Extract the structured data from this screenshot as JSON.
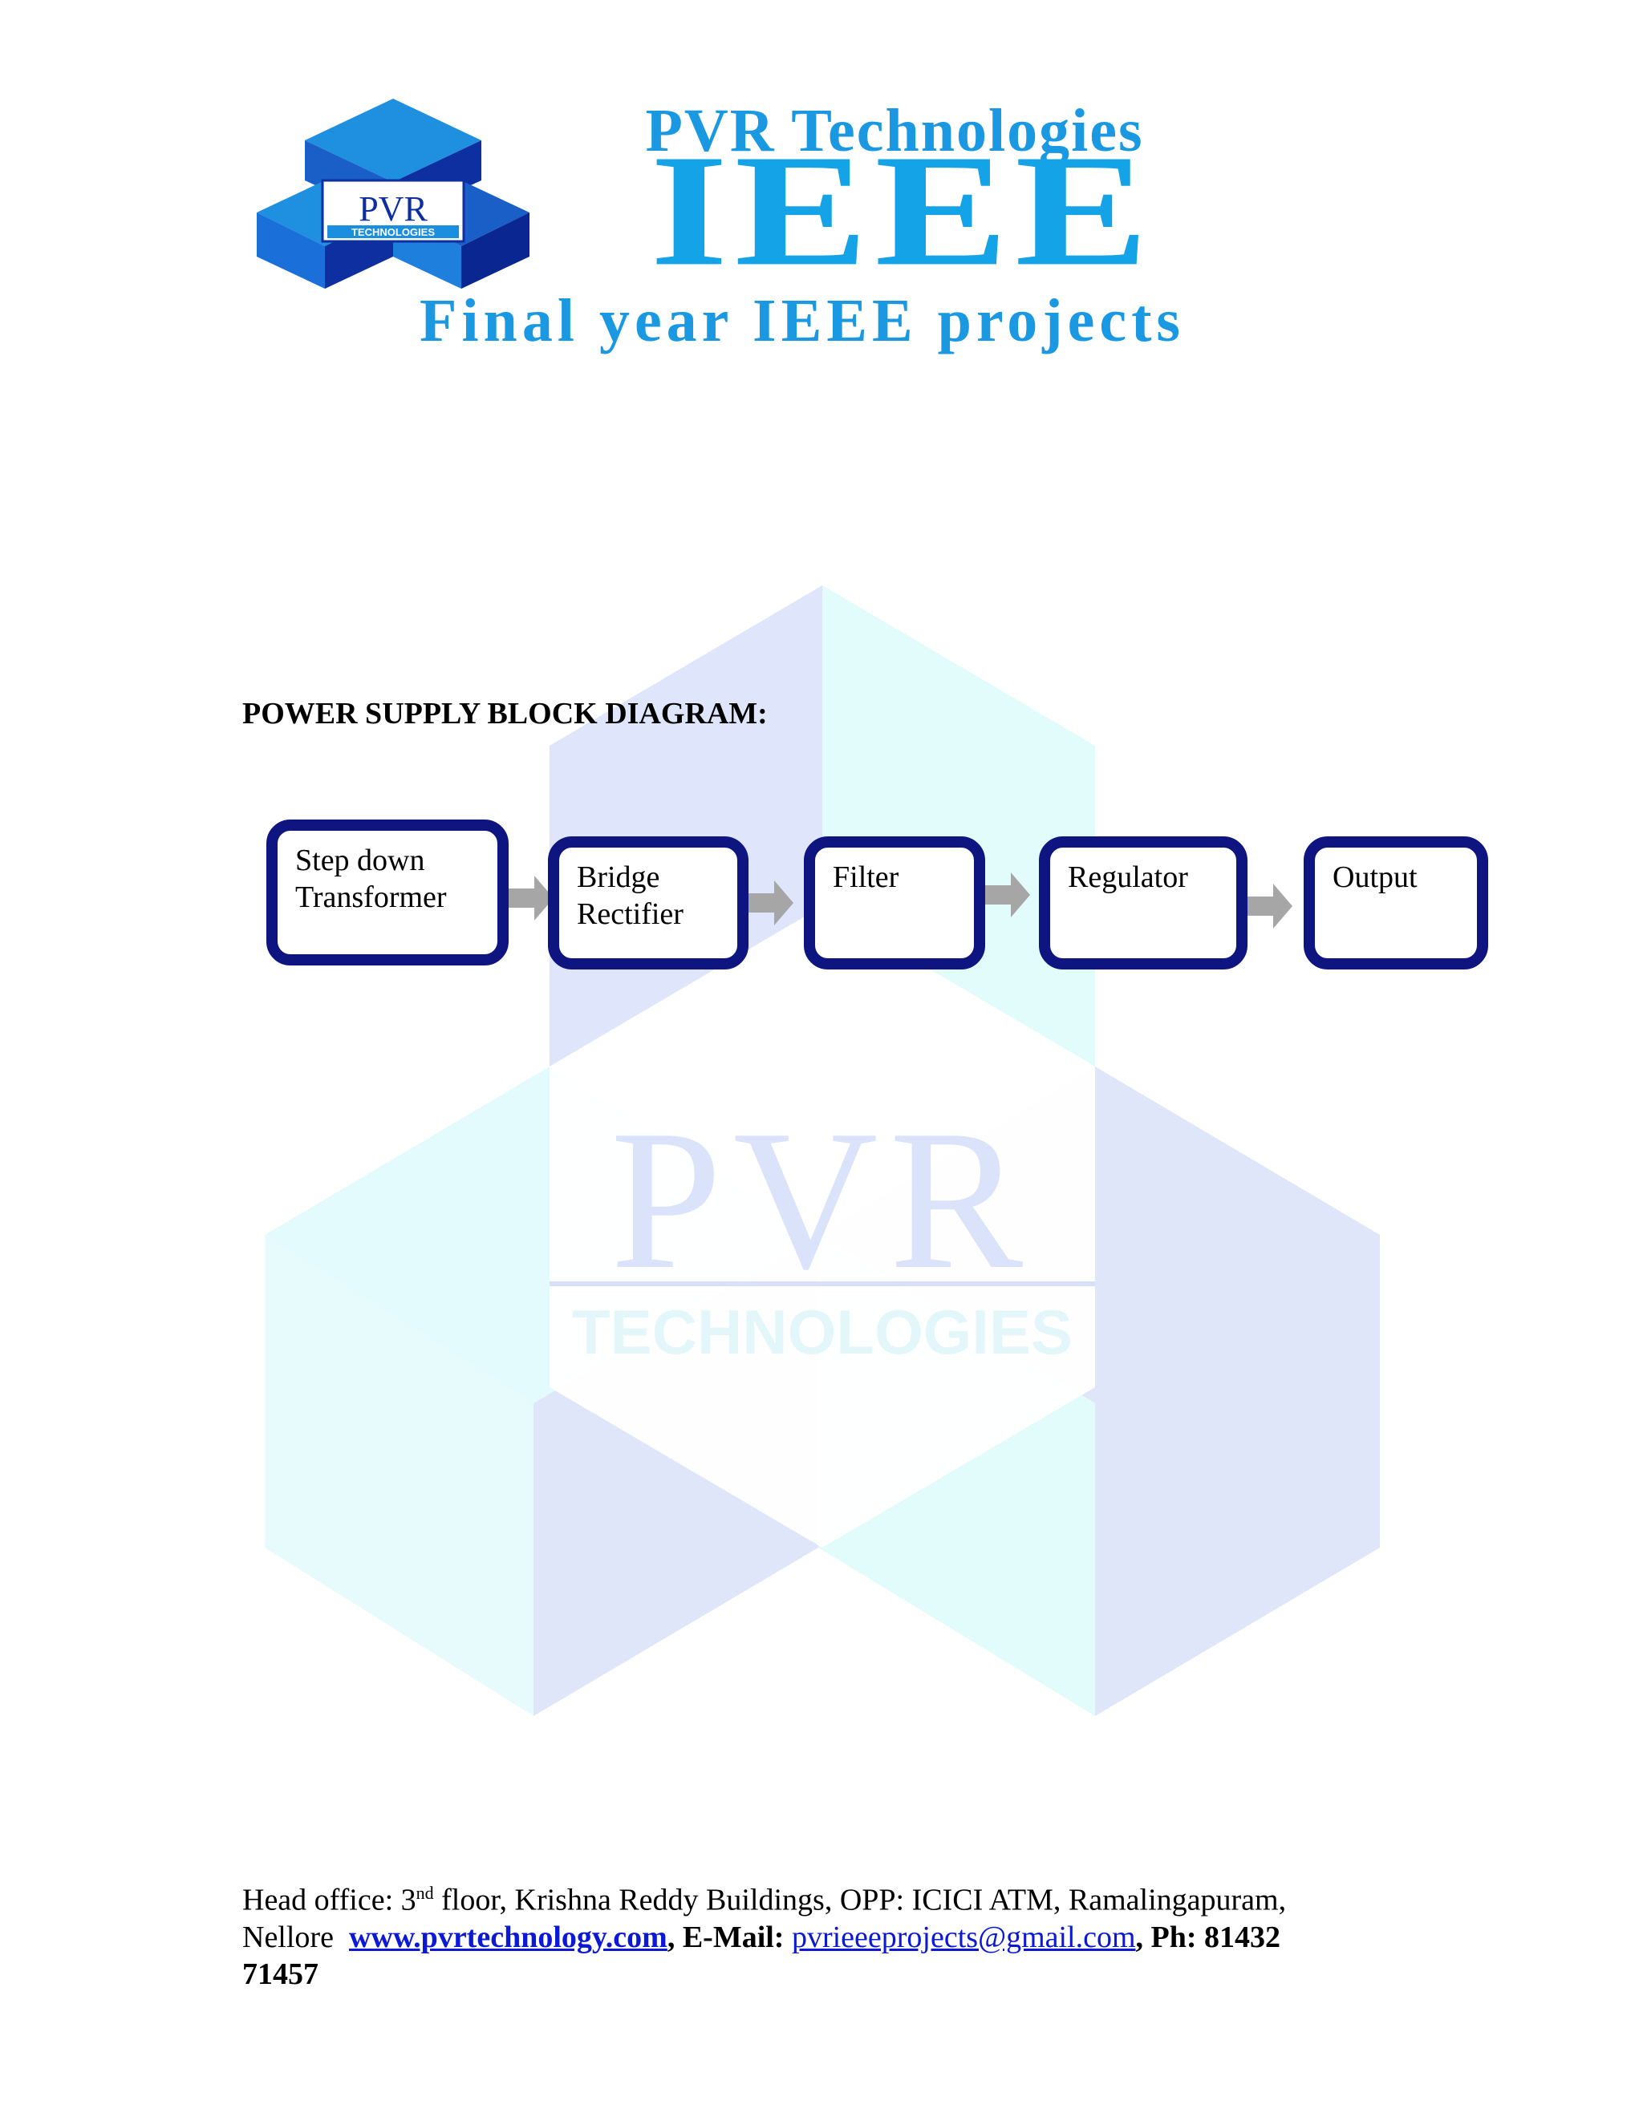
{
  "header": {
    "logo_badge_line1": "PVR",
    "logo_badge_line2": "TECHNOLOGIES",
    "logo_line1": "PVR Technologies",
    "logo_line2": "IEEE",
    "logo_line3": "Final year IEEE projects"
  },
  "watermark": {
    "line1": "PVR",
    "line2": "TECHNOLOGIES"
  },
  "title": "POWER SUPPLY BLOCK DIAGRAM:",
  "diagram": {
    "blocks": [
      {
        "label_line1": "Step down",
        "label_line2": "Transformer"
      },
      {
        "label_line1": "Bridge",
        "label_line2": "Rectifier"
      },
      {
        "label_line1": "Filter",
        "label_line2": ""
      },
      {
        "label_line1": "Regulator",
        "label_line2": ""
      },
      {
        "label_line1": "Output",
        "label_line2": ""
      }
    ],
    "colors": {
      "block_border": "#0e1480",
      "arrow": "#a6a6a6"
    }
  },
  "footer": {
    "head_office_prefix": "Head office: 3",
    "superscript": "nd",
    "address_rest": " floor, Krishna Reddy Buildings, OPP: ICICI ATM, Ramalingapuram,",
    "city": "Nellore",
    "website": "www.pvrtechnology.com",
    "email_label": ", E-Mail: ",
    "email": "pvrieeeprojects@gmail.com",
    "phone_label": ", Ph:  81432",
    "phone_rest": "71457"
  }
}
